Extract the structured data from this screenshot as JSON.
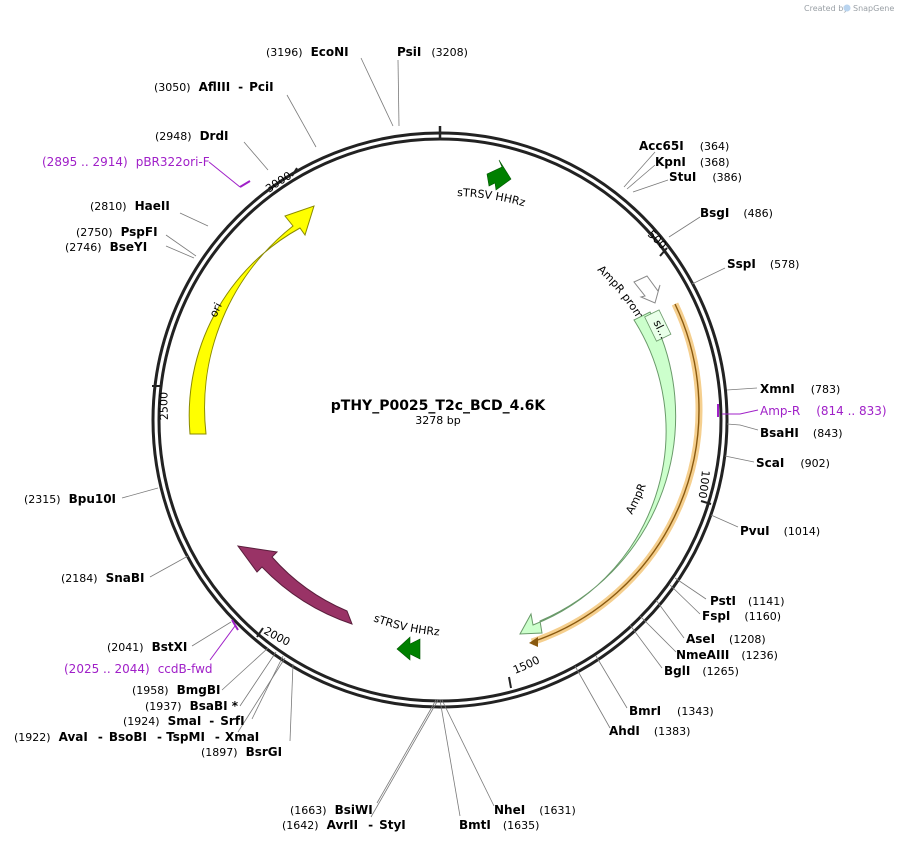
{
  "credit": {
    "prefix": "Created by",
    "brand": "SnapGene"
  },
  "plasmid": {
    "name": "pTHY_P0025_T2c_BCD_4.6K",
    "length_label": "3278 bp"
  },
  "ticks": [
    {
      "label": "500"
    },
    {
      "label": "1000"
    },
    {
      "label": "1500"
    },
    {
      "label": "2000"
    },
    {
      "label": "2500"
    },
    {
      "label": "3000"
    }
  ],
  "features": {
    "srsv_top": "sTRSV HHRz",
    "srsv_bottom": "sTRSV HHRz",
    "ampr_promoter": "AmpR promoter",
    "sl": "sl...",
    "ampr": "AmpR",
    "ori": "ori",
    "ccdb": "ccdB"
  },
  "primers": [
    {
      "name": "pBR322ori-F",
      "range": "(2895 .. 2914)"
    },
    {
      "name": "Amp-R",
      "range": "(814 .. 833)"
    },
    {
      "name": "ccdB-fwd",
      "range": "(2025 .. 2044)"
    }
  ],
  "sites": [
    {
      "name": "EcoNI",
      "pos": "(3196)"
    },
    {
      "name": "PsiI",
      "pos": "(3208)"
    },
    {
      "name": "AflIII",
      "pos": "(3050)"
    },
    {
      "name": "PciI",
      "pos": ""
    },
    {
      "name": "DrdI",
      "pos": "(2948)"
    },
    {
      "name": "HaeII",
      "pos": "(2810)"
    },
    {
      "name": "PspFI",
      "pos": "(2750)"
    },
    {
      "name": "BseYI",
      "pos": "(2746)"
    },
    {
      "name": "Acc65I",
      "pos": "(364)"
    },
    {
      "name": "KpnI",
      "pos": "(368)"
    },
    {
      "name": "StuI",
      "pos": "(386)"
    },
    {
      "name": "BsgI",
      "pos": "(486)"
    },
    {
      "name": "SspI",
      "pos": "(578)"
    },
    {
      "name": "XmnI",
      "pos": "(783)"
    },
    {
      "name": "BsaHI",
      "pos": "(843)"
    },
    {
      "name": "ScaI",
      "pos": "(902)"
    },
    {
      "name": "PvuI",
      "pos": "(1014)"
    },
    {
      "name": "PstI",
      "pos": "(1141)"
    },
    {
      "name": "FspI",
      "pos": "(1160)"
    },
    {
      "name": "AseI",
      "pos": "(1208)"
    },
    {
      "name": "NmeAIII",
      "pos": "(1236)"
    },
    {
      "name": "BglI",
      "pos": "(1265)"
    },
    {
      "name": "BmrI",
      "pos": "(1343)"
    },
    {
      "name": "AhdI",
      "pos": "(1383)"
    },
    {
      "name": "Bpu10I",
      "pos": "(2315)"
    },
    {
      "name": "SnaBI",
      "pos": "(2184)"
    },
    {
      "name": "BstXI",
      "pos": "(2041)"
    },
    {
      "name": "BmgBI",
      "pos": "(1958)"
    },
    {
      "name": "BsaBI *",
      "pos": "(1937)"
    },
    {
      "name": "SmaI",
      "pos": "(1924)"
    },
    {
      "name": "SrfI",
      "pos": ""
    },
    {
      "name": "AvaI",
      "pos": "(1922)"
    },
    {
      "name": "BsoBI",
      "pos": ""
    },
    {
      "name": "TspMI",
      "pos": ""
    },
    {
      "name": "XmaI",
      "pos": ""
    },
    {
      "name": "BsrGI",
      "pos": "(1897)"
    },
    {
      "name": "BsiWI",
      "pos": "(1663)"
    },
    {
      "name": "AvrII",
      "pos": "(1642)"
    },
    {
      "name": "StyI",
      "pos": ""
    },
    {
      "name": "NheI",
      "pos": "(1631)"
    },
    {
      "name": "BmtI",
      "pos": "(1635)"
    }
  ],
  "colors": {
    "ampr": "#ccffcc",
    "ori": "#ffff00",
    "ccdb": "#993366",
    "hhrz": "#008000",
    "primer": "#a020c8",
    "primer_arrow": "#e8a33a"
  }
}
